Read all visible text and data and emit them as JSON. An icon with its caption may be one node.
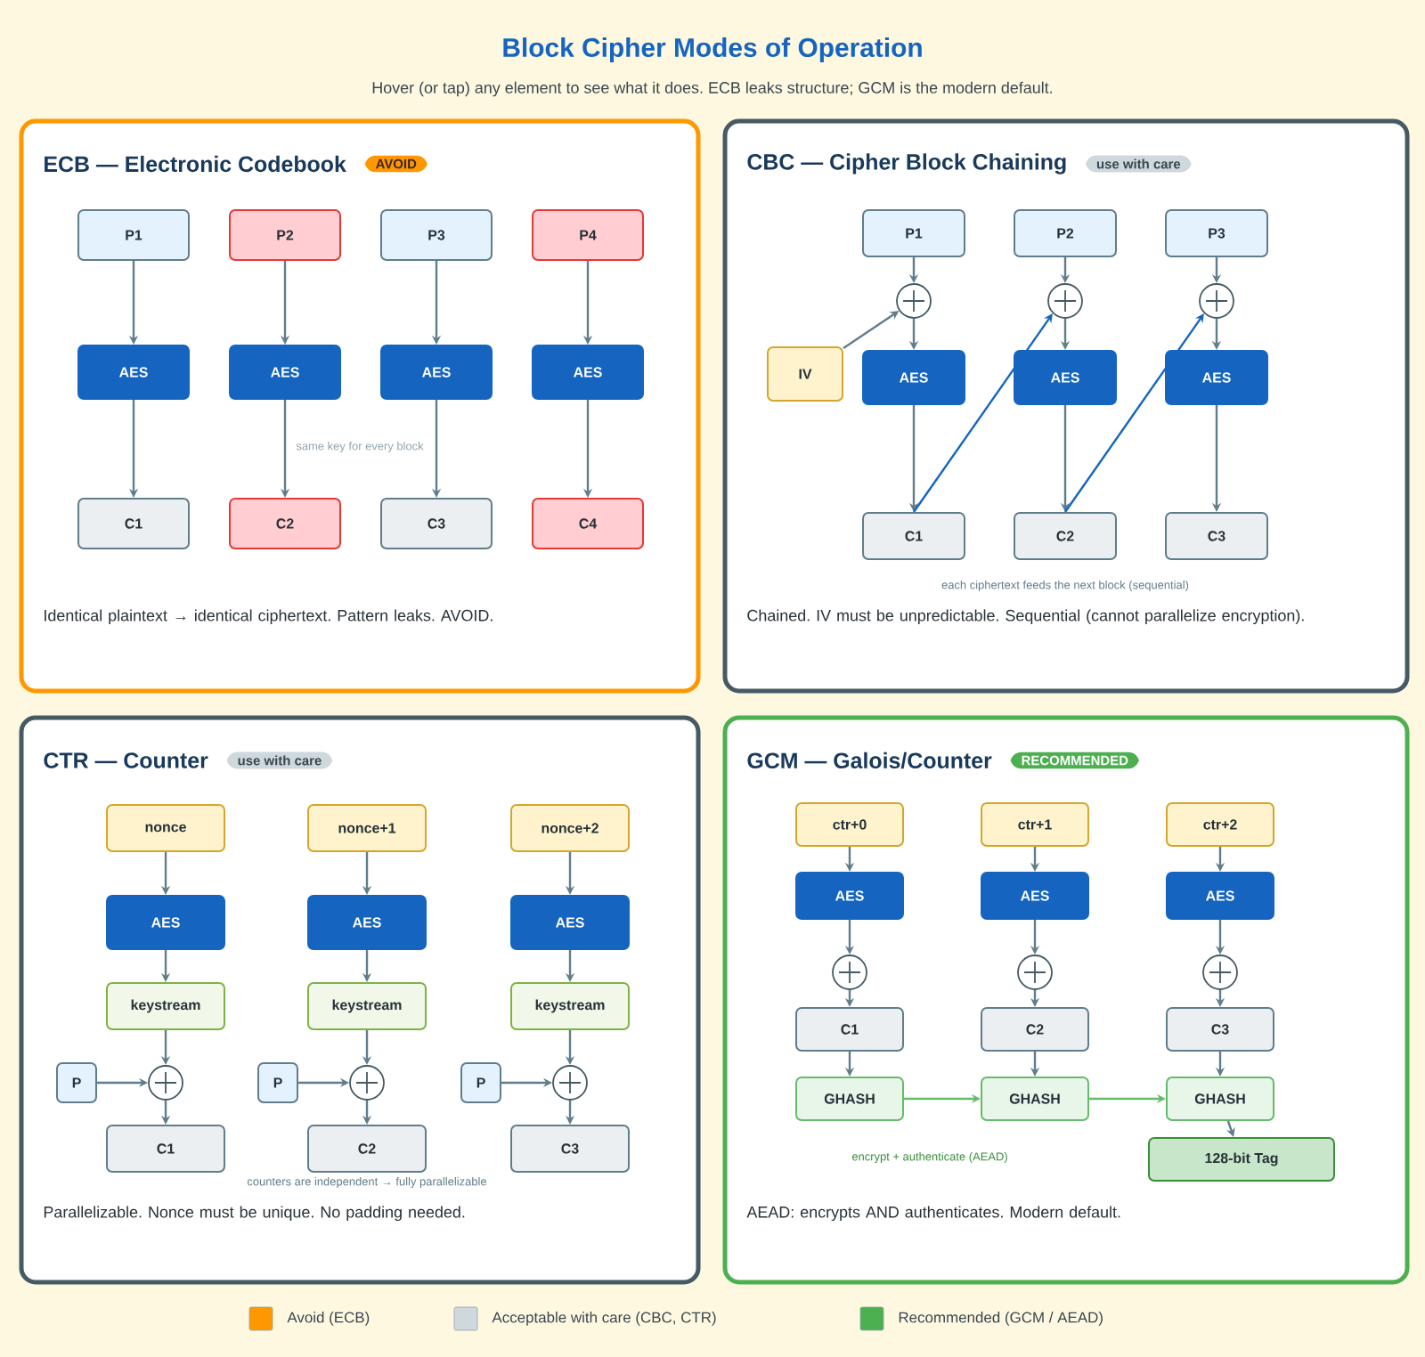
{
  "diagram": {
    "title": "Block Cipher Modes of Operation",
    "caption": "Hover (or tap) any element to see what it does. ECB leaks structure; GCM is the modern default.",
    "nodes": [
      {
        "text": [
          "ECB — Electronic Codebook",
          "Identical plaintext → identical ciphertext. Pattern leaks. AVOID."
        ]
      },
      {
        "text": [
          "AVOID"
        ],
        "in": 0
      },
      {
        "text": [
          "P1"
        ],
        "in": 0
      },
      {
        "text": [
          "P2"
        ],
        "in": 0
      },
      {
        "text": [
          "P3"
        ],
        "in": 0
      },
      {
        "text": [
          "P4"
        ],
        "in": 0
      },
      {
        "text": [
          "AES"
        ],
        "in": 0
      },
      {
        "text": [
          "AES"
        ],
        "in": 0
      },
      {
        "text": [
          "AES"
        ],
        "in": 0
      },
      {
        "text": [
          "AES"
        ],
        "in": 0
      },
      {
        "text": [
          "C1"
        ],
        "in": 0
      },
      {
        "text": [
          "C2"
        ],
        "in": 0
      },
      {
        "text": [
          "C3"
        ],
        "in": 0
      },
      {
        "text": [
          "C4"
        ],
        "in": 0
      },
      {
        "text": [
          "CBC — Cipher Block Chaining",
          "Chained. IV must be unpredictable. Sequential (cannot parallelize encryption)."
        ]
      },
      {
        "text": [
          "use with care"
        ],
        "in": 14
      },
      {
        "text": [
          "P1"
        ],
        "in": 14
      },
      {
        "text": [
          "P2"
        ],
        "in": 14
      },
      {
        "text": [
          "P3"
        ],
        "in": 14
      },
      {
        "text": [],
        "shape": "circle",
        "in": 14
      },
      {
        "text": [],
        "shape": "circle",
        "in": 14
      },
      {
        "text": [],
        "shape": "circle",
        "in": 14
      },
      {
        "text": [
          "IV"
        ],
        "in": 14
      },
      {
        "text": [
          "AES"
        ],
        "in": 14
      },
      {
        "text": [
          "AES"
        ],
        "in": 14
      },
      {
        "text": [
          "AES"
        ],
        "in": 14
      },
      {
        "text": [
          "C1"
        ],
        "in": 14
      },
      {
        "text": [
          "C2"
        ],
        "in": 14
      },
      {
        "text": [
          "C3"
        ],
        "in": 14
      },
      {
        "text": [
          "CTR — Counter",
          "Parallelizable. Nonce must be unique. No padding needed."
        ]
      },
      {
        "text": [
          "use with care"
        ],
        "in": 29
      },
      {
        "text": [
          "nonce"
        ],
        "in": 29
      },
      {
        "text": [
          "nonce+1"
        ],
        "in": 29
      },
      {
        "text": [
          "nonce+2"
        ],
        "in": 29
      },
      {
        "text": [
          "AES"
        ],
        "in": 29
      },
      {
        "text": [
          "AES"
        ],
        "in": 29
      },
      {
        "text": [
          "AES"
        ],
        "in": 29
      },
      {
        "text": [
          "keystream"
        ],
        "in": 29
      },
      {
        "text": [
          "keystream"
        ],
        "in": 29
      },
      {
        "text": [
          "keystream"
        ],
        "in": 29
      },
      {
        "text": [],
        "shape": "circle",
        "in": 29
      },
      {
        "text": [],
        "shape": "circle",
        "in": 29
      },
      {
        "text": [],
        "shape": "circle",
        "in": 29
      },
      {
        "text": [
          "P"
        ],
        "in": 29
      },
      {
        "text": [
          "P"
        ],
        "in": 29
      },
      {
        "text": [
          "P"
        ],
        "in": 29
      },
      {
        "text": [
          "C1"
        ],
        "in": 29
      },
      {
        "text": [
          "C2"
        ],
        "in": 29
      },
      {
        "text": [
          "C3"
        ],
        "in": 29
      },
      {
        "text": [
          "GCM — Galois/Counter",
          "AEAD: encrypts AND authenticates. Modern default."
        ]
      },
      {
        "text": [
          "RECOMMENDED"
        ],
        "in": 49
      },
      {
        "text": [
          "ctr+0"
        ],
        "in": 49
      },
      {
        "text": [
          "ctr+1"
        ],
        "in": 49
      },
      {
        "text": [
          "ctr+2"
        ],
        "in": 49
      },
      {
        "text": [
          "AES"
        ],
        "in": 49
      },
      {
        "text": [
          "AES"
        ],
        "in": 49
      },
      {
        "text": [
          "AES"
        ],
        "in": 49
      },
      {
        "text": [],
        "shape": "circle",
        "in": 49
      },
      {
        "text": [],
        "shape": "circle",
        "in": 49
      },
      {
        "text": [],
        "shape": "circle",
        "in": 49
      },
      {
        "text": [
          "C1"
        ],
        "in": 49
      },
      {
        "text": [
          "C2"
        ],
        "in": 49
      },
      {
        "text": [
          "C3"
        ],
        "in": 49
      },
      {
        "text": [
          "GHASH"
        ],
        "in": 49
      },
      {
        "text": [
          "GHASH"
        ],
        "in": 49
      },
      {
        "text": [
          "GHASH"
        ],
        "in": 49
      },
      {
        "text": [
          "128-bit Tag"
        ],
        "in": 49
      }
    ],
    "edges": [
      {
        "from": 2,
        "to": 6,
        "arrow": "to"
      },
      {
        "from": 3,
        "to": 7,
        "arrow": "to"
      },
      {
        "from": 4,
        "to": 8,
        "arrow": "to"
      },
      {
        "from": 5,
        "to": 9,
        "arrow": "to"
      },
      {
        "from": 6,
        "to": 10,
        "arrow": "to"
      },
      {
        "from": 7,
        "to": 11,
        "arrow": "to"
      },
      {
        "from": 8,
        "to": 12,
        "arrow": "to"
      },
      {
        "from": 9,
        "to": 13,
        "arrow": "to"
      },
      {
        "from": 16,
        "to": 19,
        "arrow": "to"
      },
      {
        "from": 17,
        "to": 20,
        "arrow": "to"
      },
      {
        "from": 18,
        "to": 21,
        "arrow": "to"
      },
      {
        "from": 19,
        "to": 23,
        "arrow": "to"
      },
      {
        "from": 20,
        "to": 24,
        "arrow": "to"
      },
      {
        "from": 21,
        "to": 25,
        "arrow": "to"
      },
      {
        "from": 23,
        "to": 26,
        "arrow": "to"
      },
      {
        "from": 24,
        "to": 27,
        "arrow": "to"
      },
      {
        "from": 25,
        "to": 28,
        "arrow": "to"
      },
      {
        "from": 22,
        "to": 19,
        "arrow": "to"
      },
      {
        "from": 26,
        "to": 20,
        "arrow": "to",
        "color": "#1565c0"
      },
      {
        "from": 27,
        "to": 21,
        "arrow": "to",
        "color": "#1565c0"
      },
      {
        "from": 31,
        "to": 34,
        "arrow": "to"
      },
      {
        "from": 32,
        "to": 35,
        "arrow": "to"
      },
      {
        "from": 33,
        "to": 36,
        "arrow": "to"
      },
      {
        "from": 34,
        "to": 37,
        "arrow": "to"
      },
      {
        "from": 35,
        "to": 38,
        "arrow": "to"
      },
      {
        "from": 36,
        "to": 39,
        "arrow": "to"
      },
      {
        "from": 37,
        "to": 40,
        "arrow": "to"
      },
      {
        "from": 38,
        "to": 41,
        "arrow": "to"
      },
      {
        "from": 39,
        "to": 42,
        "arrow": "to"
      },
      {
        "from": 43,
        "to": 40,
        "arrow": "to"
      },
      {
        "from": 44,
        "to": 41,
        "arrow": "to"
      },
      {
        "from": 45,
        "to": 42,
        "arrow": "to"
      },
      {
        "from": 40,
        "to": 46,
        "arrow": "to"
      },
      {
        "from": 41,
        "to": 47,
        "arrow": "to"
      },
      {
        "from": 42,
        "to": 48,
        "arrow": "to"
      },
      {
        "from": 51,
        "to": 54,
        "arrow": "to"
      },
      {
        "from": 52,
        "to": 55,
        "arrow": "to"
      },
      {
        "from": 53,
        "to": 56,
        "arrow": "to"
      },
      {
        "from": 54,
        "to": 57,
        "arrow": "to"
      },
      {
        "from": 55,
        "to": 58,
        "arrow": "to"
      },
      {
        "from": 56,
        "to": 59,
        "arrow": "to"
      },
      {
        "from": 57,
        "to": 60,
        "arrow": "to"
      },
      {
        "from": 58,
        "to": 61,
        "arrow": "to"
      },
      {
        "from": 59,
        "to": 62,
        "arrow": "to"
      },
      {
        "from": 60,
        "to": 63,
        "arrow": "to"
      },
      {
        "from": 61,
        "to": 64,
        "arrow": "to"
      },
      {
        "from": 62,
        "to": 65,
        "arrow": "to"
      },
      {
        "from": 63,
        "to": 64,
        "arrow": "to",
        "color": "#66bb6a"
      },
      {
        "from": 64,
        "to": 65,
        "arrow": "to",
        "color": "#66bb6a"
      },
      {
        "from": 65,
        "to": 66,
        "arrow": "to"
      }
    ],
    "labels": [
      "same key for every block",
      "each ciphertext feeds the next block (sequential)",
      "counters are independent → fully parallelizable",
      "encrypt + authenticate (AEAD)"
    ],
    "legend": [
      {
        "text": "Avoid (ECB)",
        "color": "#ff9800"
      },
      {
        "text": "Acceptable with care (CBC, CTR)",
        "color": "#cfd8dc"
      },
      {
        "text": "Recommended (GCM / AEAD)",
        "color": "#4caf50"
      }
    ]
  }
}
